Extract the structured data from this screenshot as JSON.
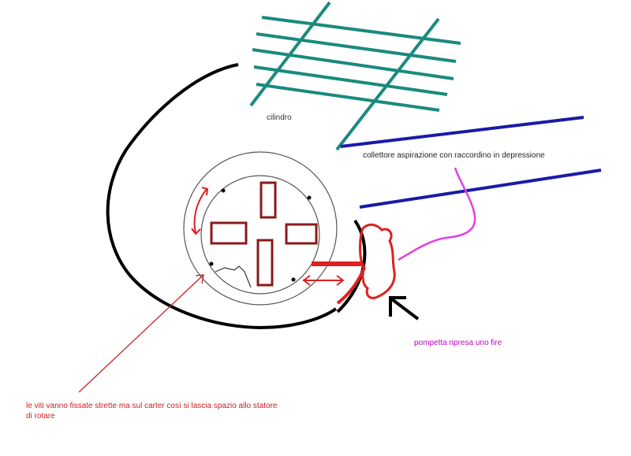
{
  "labels": {
    "cylinder": "cilindro",
    "intake": "collettore aspirazione con raccordino in depressione",
    "pump": "pompetta ripresa uno fire",
    "screws_line1": "le viti vanno fissate strette ma sul carter così si lascia spazio allo statore",
    "screws_line2": "di rotare"
  },
  "colors": {
    "cylinder": "#1a8a7f",
    "intake": "#1a1aa8",
    "case": "#000000",
    "stator": "#8b1a1a",
    "arrows": "#e02020",
    "pump": "#e02020",
    "hose": "#e040e0",
    "pump_label": "#c000c0",
    "ring": "#555555",
    "note": "#cc2020"
  }
}
